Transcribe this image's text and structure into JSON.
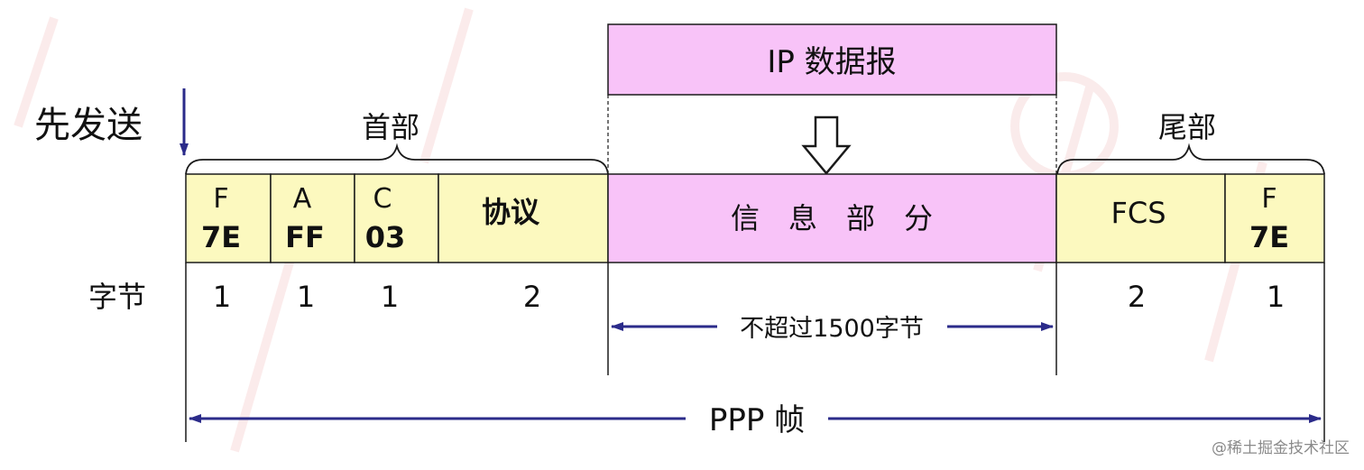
{
  "colors": {
    "field_yellow": "#fcf9bf",
    "field_pink": "#f8c3f8",
    "ip_pink": "#f8c3f8",
    "arrow_blue": "#2b2b8a",
    "line_dark": "#1a1a1a",
    "watermark": "#f3c7c7"
  },
  "labels": {
    "send_first": "先发送",
    "header": "首部",
    "trailer": "尾部",
    "ip_datagram": "IP 数据报",
    "bytes_label": "字节",
    "info_limit": "不超过1500字节",
    "ppp_frame": "PPP 帧",
    "watermark_text": "@稀土掘金技术社区"
  },
  "fields": [
    {
      "name": "F",
      "value": "7E",
      "bytes": "1",
      "color": "yellow"
    },
    {
      "name": "A",
      "value": "FF",
      "bytes": "1",
      "color": "yellow"
    },
    {
      "name": "C",
      "value": "03",
      "bytes": "1",
      "color": "yellow"
    },
    {
      "name": "",
      "value": "协议",
      "bytes": "2",
      "color": "yellow"
    },
    {
      "name": "",
      "value": "信　息　部　分",
      "bytes": "",
      "color": "pink"
    },
    {
      "name": "",
      "value": "FCS",
      "bytes": "2",
      "color": "yellow"
    },
    {
      "name": "F",
      "value": "7E",
      "bytes": "1",
      "color": "yellow"
    }
  ]
}
